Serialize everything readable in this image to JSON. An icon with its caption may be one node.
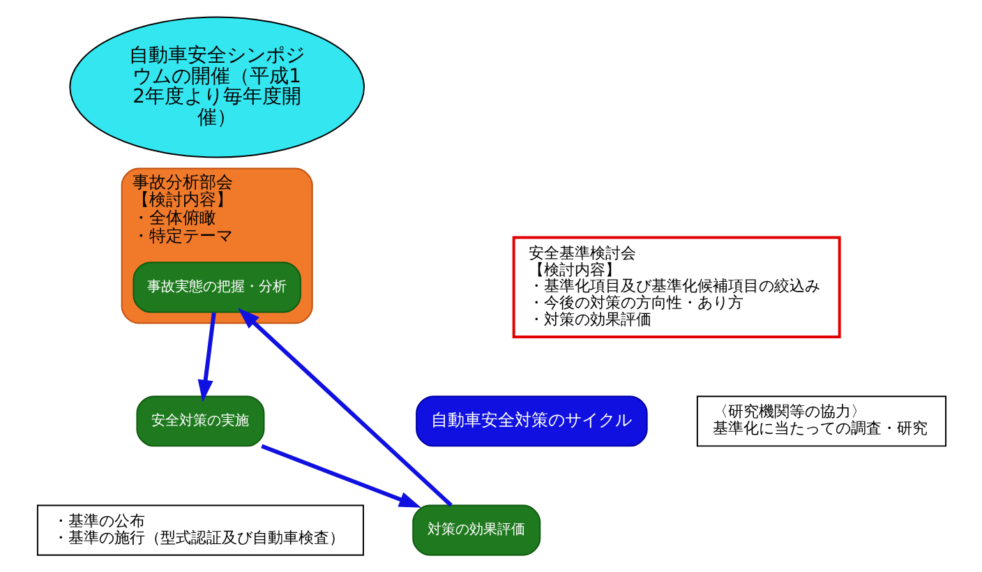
{
  "diagram": {
    "nodes": [
      {
        "text": [
          "自動車安全シンポジウムの開催（平成12年度より毎年度開催）"
        ]
      },
      {
        "text": [
          "事故分析部会",
          "【検討内容】",
          "・全体俯瞰",
          "・特定テーマ"
        ]
      },
      {
        "text": [
          "事故実態の把握・分析"
        ],
        "in": 1
      },
      {
        "text": [
          "安全基準検討会",
          "【検討内容】",
          "・基準化項目及び基準化候補項目の絞込み",
          "・今後の対策の方向性・あり方",
          "・対策の効果評価"
        ]
      },
      {
        "text": [
          "自動車安全対策のサイクル"
        ]
      },
      {
        "text": [
          "〈研究機関等の協力〉",
          "基準化に当たっての調査・研究"
        ]
      },
      {
        "text": [
          "安全対策の実施"
        ]
      },
      {
        "text": [
          "・基準の公布",
          "・基準の施行（型式認証及び自動車検査）"
        ]
      },
      {
        "text": [
          "対策の効果評価"
        ]
      }
    ],
    "edges": [
      {
        "from": 2,
        "to": 6,
        "arrow": "to"
      },
      {
        "from": 6,
        "to": 8,
        "arrow": "to"
      },
      {
        "from": 8,
        "to": 2,
        "arrow": "to"
      }
    ]
  }
}
